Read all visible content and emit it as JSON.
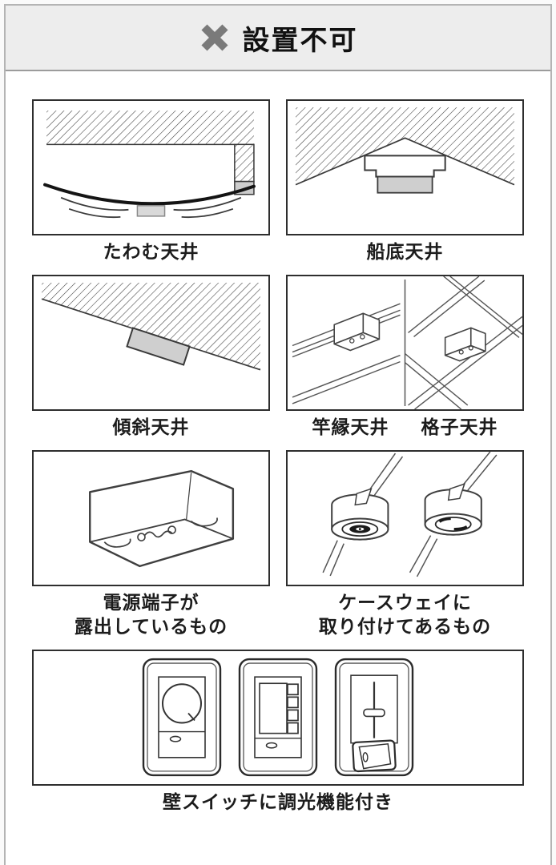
{
  "header": {
    "title": "設置不可",
    "icon": "x-mark",
    "bg_color": "#ededed",
    "icon_color": "#7a7a7a",
    "text_color": "#111111"
  },
  "figures": {
    "sagging": {
      "label": "たわむ天井"
    },
    "boat_bottom": {
      "label": "船底天井"
    },
    "sloped": {
      "label": "傾斜天井"
    },
    "saobuchi": {
      "label": "竿縁天井"
    },
    "lattice": {
      "label": "格子天井"
    },
    "exposed_terminal": {
      "label_line1": "電源端子が",
      "label_line2": "露出しているもの"
    },
    "caseway": {
      "label_line1": "ケースウェイに",
      "label_line2": "取り付けてあるもの"
    },
    "wall_switch": {
      "label": "壁スイッチに調光機能付き"
    }
  },
  "colors": {
    "panel_border": "#2e2e2e",
    "line": "#3a3a3a",
    "fixture_gray": "#cfcfcf",
    "frame_border": "#b4b4b4"
  }
}
